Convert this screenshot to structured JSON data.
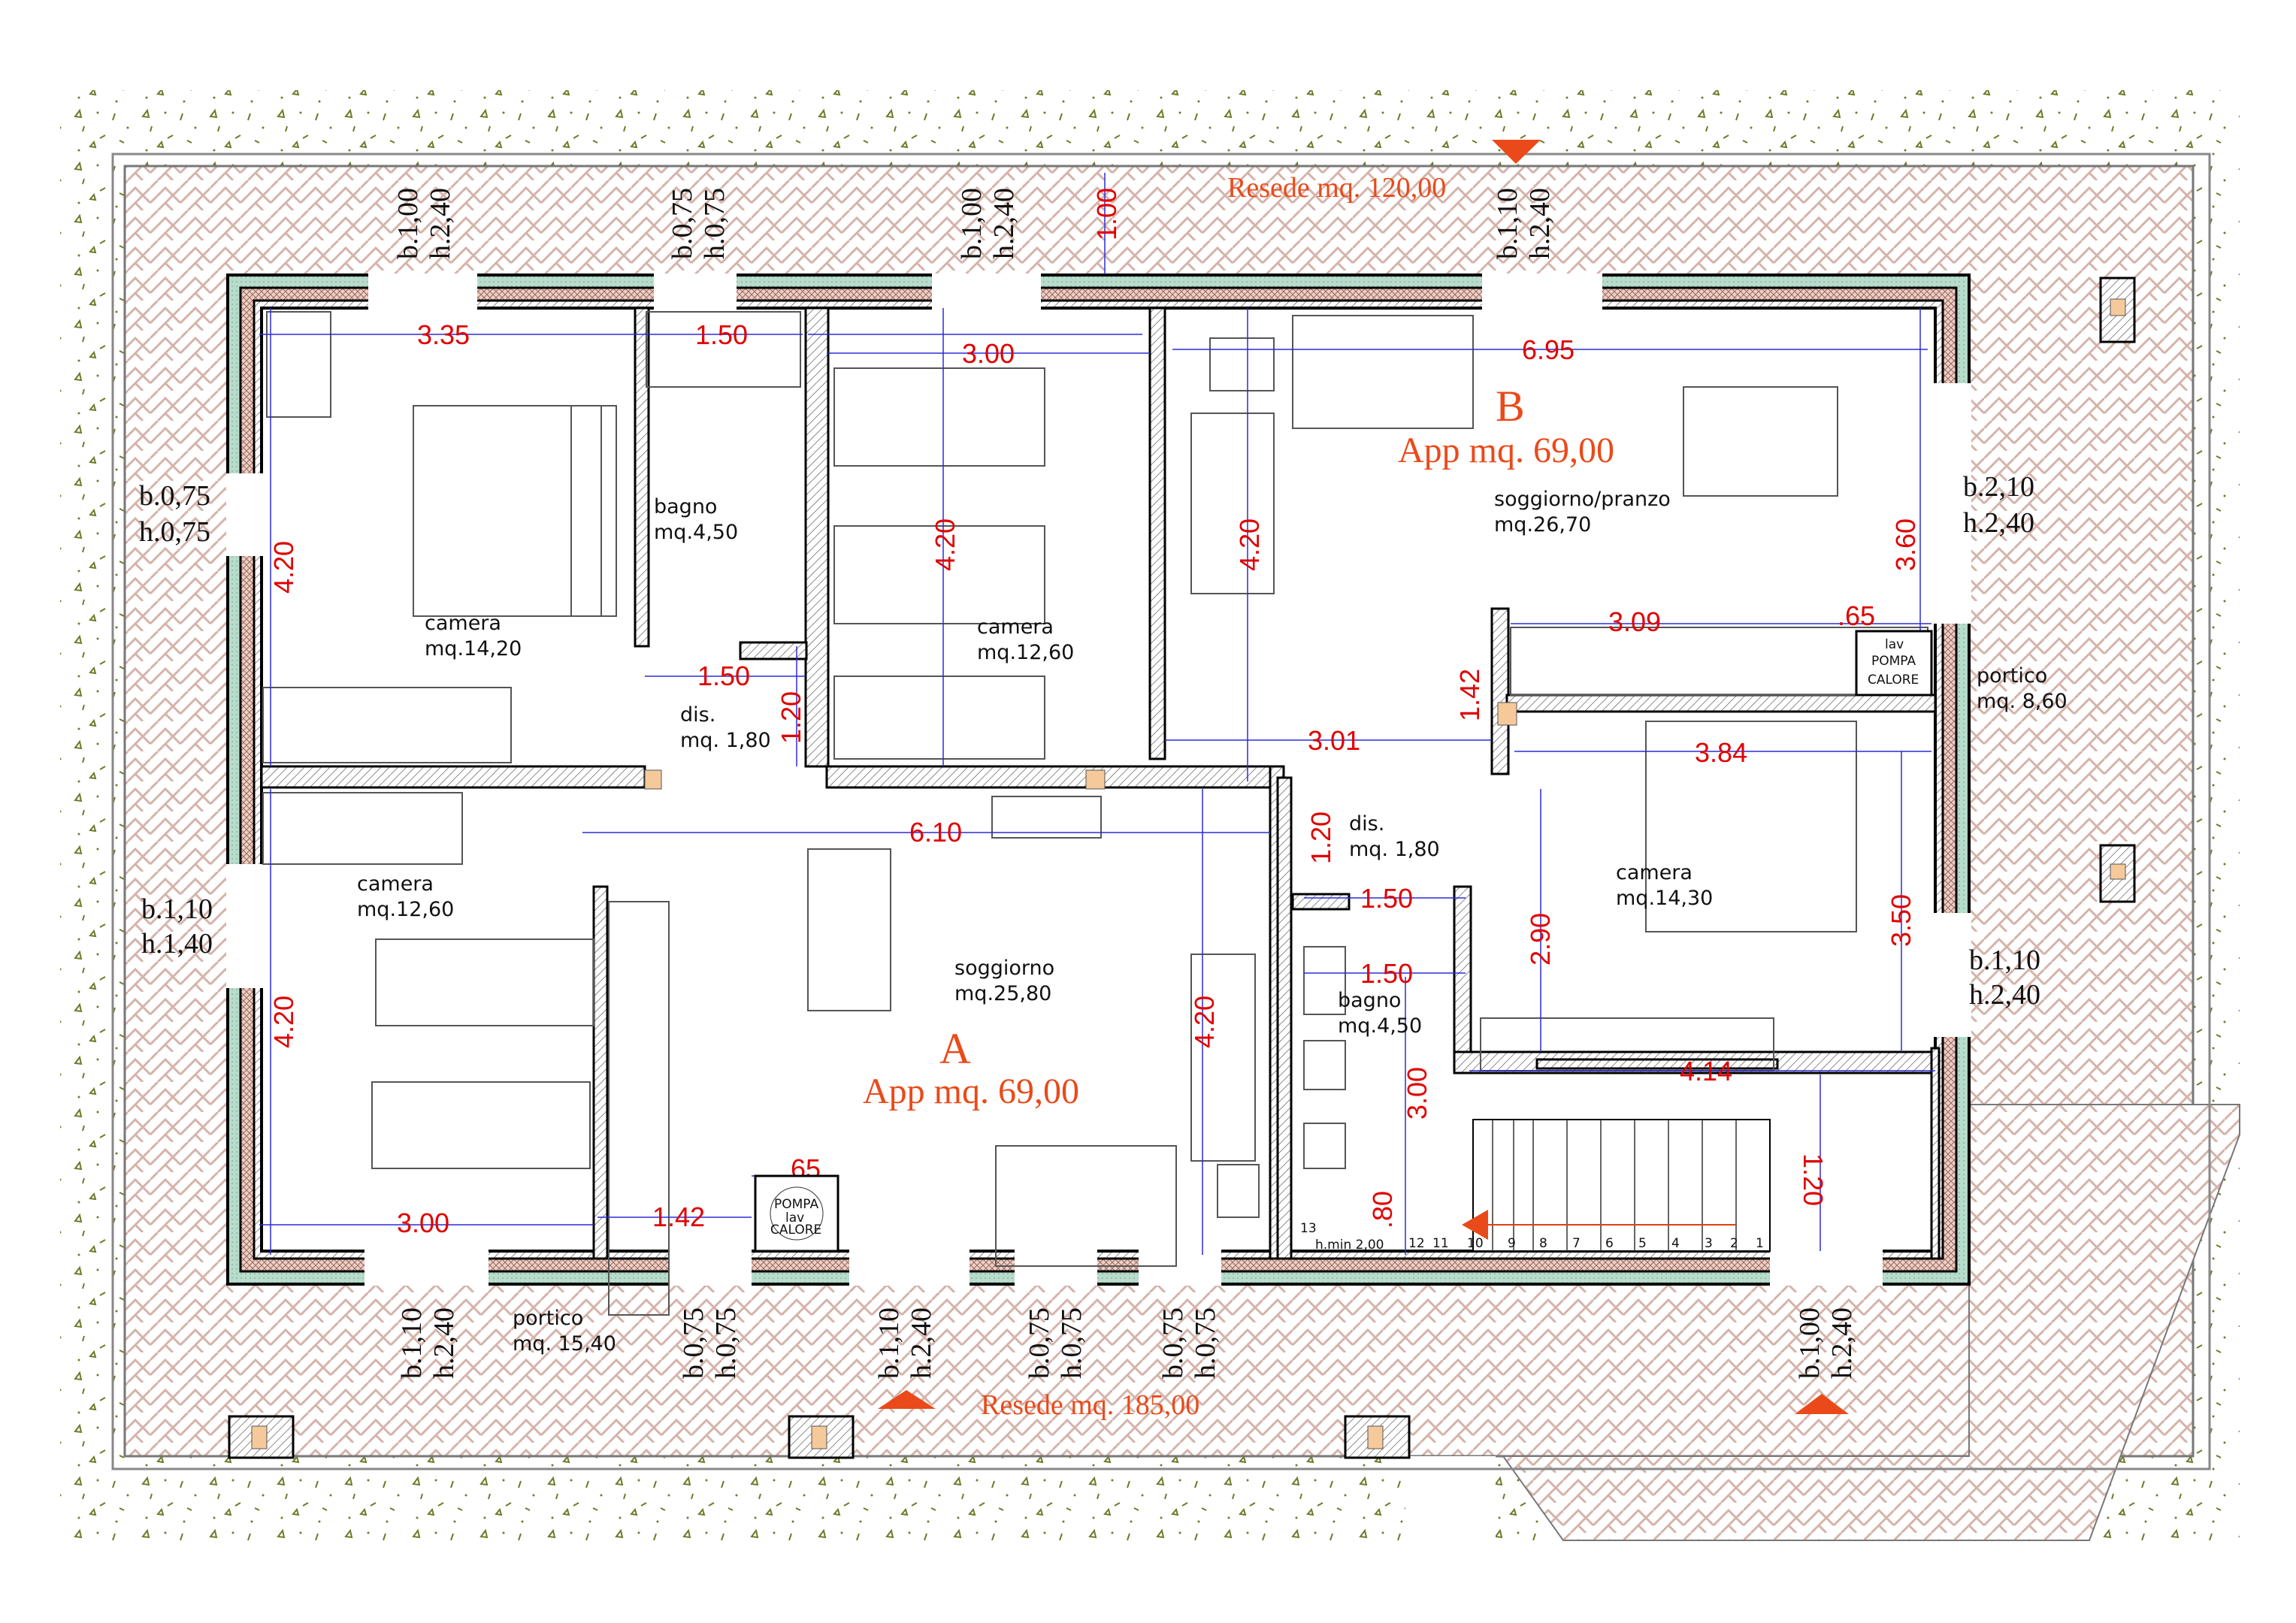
{
  "plan": {
    "resede_top": "Resede mq. 120,00",
    "resede_bottom": "Resede mq. 185,00",
    "apartments": [
      {
        "letter": "A",
        "area": "App mq. 69,00"
      },
      {
        "letter": "B",
        "area": "App mq. 69,00"
      }
    ],
    "rooms": {
      "a_camera1": {
        "name": "camera",
        "area": "mq.14,20"
      },
      "a_bagno": {
        "name": "bagno",
        "area": "mq.4,50"
      },
      "a_dis": {
        "name": "dis.",
        "area": "mq. 1,80"
      },
      "a_camera2": {
        "name": "camera",
        "area": "mq.12,60"
      },
      "a_soggiorno": {
        "name": "soggiorno",
        "area": "mq.25,80"
      },
      "a_camera3": {
        "name": "camera",
        "area": "mq.12,60"
      },
      "a_portico": {
        "name": "portico",
        "area": "mq. 15,40"
      },
      "b_soggiorno": {
        "name": "soggiorno/pranzo",
        "area": "mq.26,70"
      },
      "b_dis": {
        "name": "dis.",
        "area": "mq. 1,80"
      },
      "b_camera": {
        "name": "camera",
        "area": "mq.14,30"
      },
      "b_bagno": {
        "name": "bagno",
        "area": "mq.4,50"
      },
      "b_portico": {
        "name": "portico",
        "area": "mq. 8,60"
      }
    },
    "appliances": {
      "pompa_a": [
        "POMPA",
        "lav",
        "CALORE"
      ],
      "pompa_b": [
        "lav",
        "POMPA",
        "CALORE"
      ]
    },
    "dimensions": {
      "d335": "3.35",
      "d150a": "1.50",
      "d300top": "3.00",
      "d100": "1.00",
      "d695": "6.95",
      "d420a": "4.20",
      "d420b": "4.20",
      "d420c": "4.20",
      "d360": "3.60",
      "d150b": "1.50",
      "d120a": "1.20",
      "d309": "3.09",
      "d065b": ".65",
      "d142b": "1.42",
      "d301": "3.01",
      "d384": "3.84",
      "d610": "6.10",
      "d120b": "1.20",
      "d150c": "1.50",
      "d150d": "1.50",
      "d290": "2.90",
      "d350": "3.50",
      "d420d": "4.20",
      "d420e": "4.20",
      "d414": "4.14",
      "d300c": "3.00",
      "d080": ".80",
      "d120c": "1.20",
      "d300bot": "3.00",
      "d142a": "1.42",
      "d065a": ".65"
    },
    "windows": {
      "top1": [
        "b.1,00",
        "h.2,40"
      ],
      "top2": [
        "b.0,75",
        "h.0,75"
      ],
      "top3": [
        "b.1,00",
        "h.2,40"
      ],
      "top4": [
        "b.1,10",
        "h.2,40"
      ],
      "left1": [
        "b.0,75",
        "h.0,75"
      ],
      "left2": [
        "b.1,10",
        "h.1,40"
      ],
      "right1": [
        "b.2,10",
        "h.2,40"
      ],
      "right2": [
        "b.1,10",
        "h.2,40"
      ],
      "bot1": [
        "b.1,10",
        "h.2,40"
      ],
      "bot2": [
        "b.0,75",
        "h.0,75"
      ],
      "bot3": [
        "b.1,10",
        "h.2,40"
      ],
      "bot4": [
        "b.0,75",
        "h.0,75"
      ],
      "bot5": [
        "b.0,75",
        "h.0,75"
      ],
      "bot6": [
        "b.1,00",
        "h.2,40"
      ]
    },
    "stairs": {
      "steps": [
        "13",
        "12",
        "11",
        "10",
        "9",
        "8",
        "7",
        "6",
        "5",
        "4",
        "3",
        "2",
        "1"
      ],
      "note": "h.min 2,00"
    },
    "colors": {
      "dimension": "#e00000",
      "title": "#ea4a1a",
      "pavement": "#d5b3aa",
      "insulation": "#b7dccb",
      "pillar": "#f5c99a",
      "grass": "#6f7a2a"
    }
  }
}
